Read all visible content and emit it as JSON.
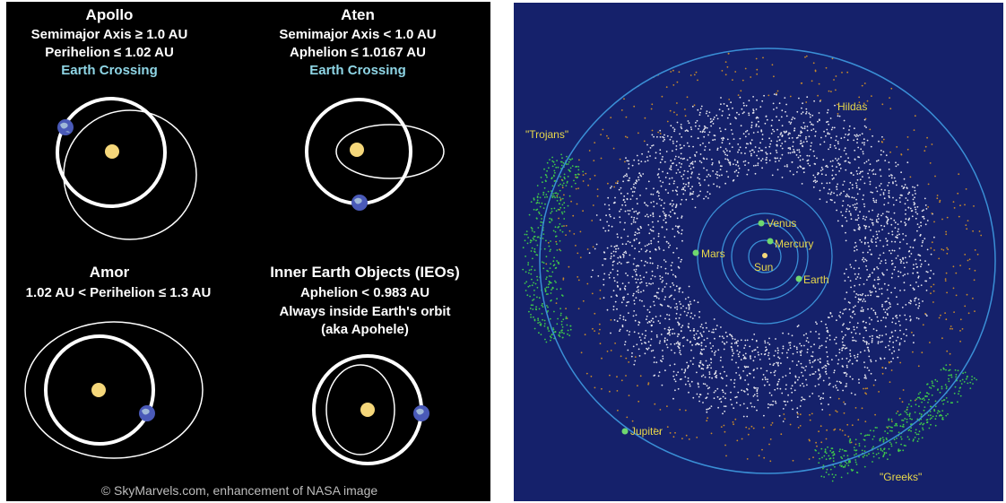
{
  "left_panel": {
    "apollo": {
      "title": "Apollo",
      "line1": "Semimajor Axis ≥ 1.0 AU",
      "line2": "Perihelion ≤ 1.02 AU",
      "tag": "Earth Crossing"
    },
    "aten": {
      "title": "Aten",
      "line1": "Semimajor Axis < 1.0 AU",
      "line2": "Aphelion ≤ 1.0167 AU",
      "tag": "Earth Crossing"
    },
    "amor": {
      "title": "Amor",
      "line1": "1.02 AU < Perihelion ≤ 1.3 AU"
    },
    "ieo": {
      "title": "Inner Earth Objects (IEOs)",
      "line1": "Aphelion < 0.983 AU",
      "line2": "Always inside Earth's orbit",
      "line3": "(aka Apohele)"
    },
    "credit": "© SkyMarvels.com, enhancement of NASA image",
    "colors": {
      "background": "#000000",
      "text": "#ffffff",
      "tag": "#8fd6e6",
      "sun": "#f5d77a",
      "orbit": "#ffffff"
    }
  },
  "right_panel": {
    "labels": {
      "trojans": "\"Trojans\"",
      "hildas": "Hildas",
      "venus": "Venus",
      "mercury": "Mercury",
      "mars": "Mars",
      "sun": "Sun",
      "earth": "Earth",
      "jupiter": "Jupiter",
      "greeks": "\"Greeks\""
    },
    "colors": {
      "background": "#15216b",
      "orbit": "#3a8fd6",
      "label": "#e8d84a",
      "planet": "#6fd86f",
      "main_belt": "#e6e6ee",
      "hildas": "#c98a2a",
      "trojans": "#3fc84a"
    }
  }
}
